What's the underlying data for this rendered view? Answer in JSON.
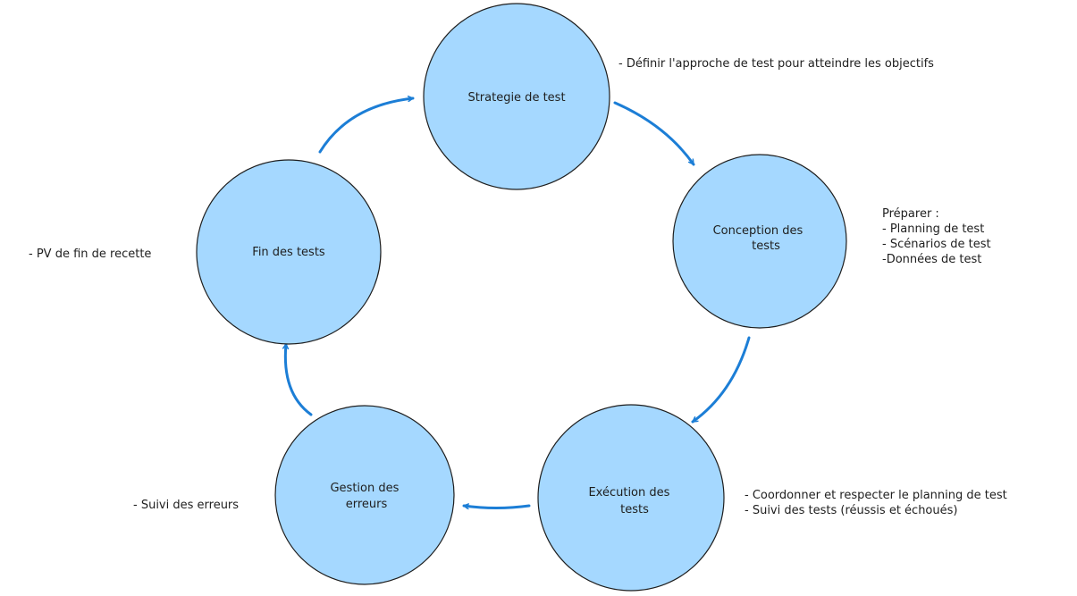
{
  "colors": {
    "node_fill": "#a5d8ff",
    "node_stroke": "#1e1e1e",
    "arrow": "#1c7ed6",
    "text": "#1e1e1e"
  },
  "nodes": {
    "strategie": {
      "lines": [
        "Strategie de test"
      ]
    },
    "conception": {
      "lines": [
        "Conception des",
        "tests"
      ]
    },
    "execution": {
      "lines": [
        "Exécution des",
        "tests"
      ]
    },
    "gestion": {
      "lines": [
        "Gestion des",
        "erreurs"
      ]
    },
    "fin": {
      "lines": [
        "Fin des tests"
      ]
    }
  },
  "annotations": {
    "strategie": {
      "lines": [
        "- Définir l'approche de test pour atteindre les objectifs"
      ]
    },
    "conception": {
      "lines": [
        "Préparer :",
        "- Planning de test",
        "- Scénarios de test",
        "-Données de test"
      ]
    },
    "execution": {
      "lines": [
        "- Coordonner et respecter le planning de test",
        "- Suivi des tests (réussis et échoués)"
      ]
    },
    "gestion": {
      "lines": [
        "- Suivi des erreurs"
      ]
    },
    "fin": {
      "lines": [
        "- PV de fin de recette"
      ]
    }
  }
}
